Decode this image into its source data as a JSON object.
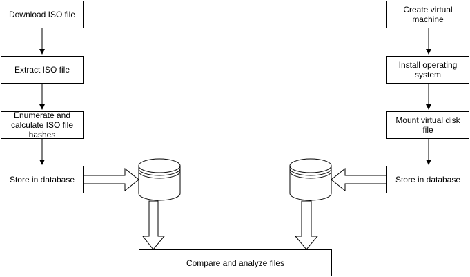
{
  "left_steps": [
    "Download ISO file",
    "Extract ISO file",
    "Enumerate and calculate ISO file hashes",
    "Store in database"
  ],
  "right_steps": [
    "Create virtual machine",
    "Install operating system",
    "Mount virtual disk file",
    "Store in database"
  ],
  "compare_label": "Compare and analyze files",
  "colors": {
    "stroke": "#000000",
    "fill": "#ffffff"
  }
}
